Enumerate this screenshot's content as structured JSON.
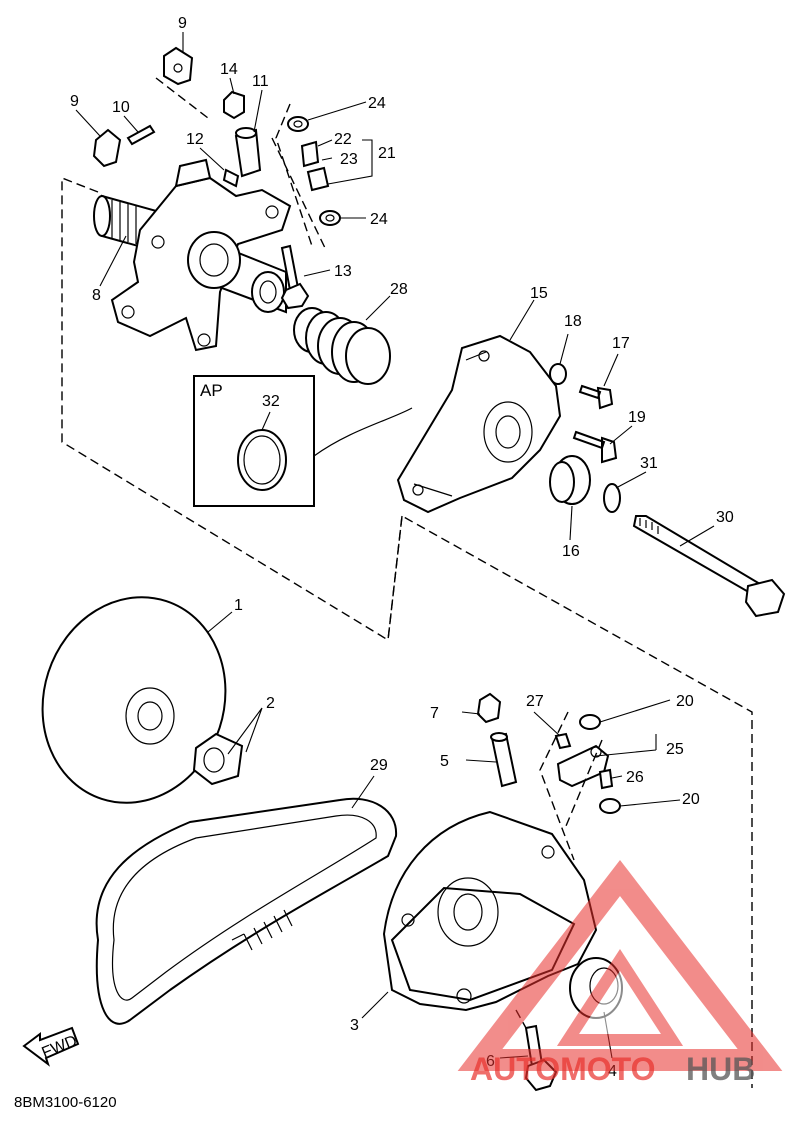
{
  "diagram_code": "8BM3100-6120",
  "inset_label": "AP",
  "direction_label": "FWD",
  "watermark": {
    "text_red": "AUTOMOTO",
    "text_gray": "HUB",
    "color_red": "#e8302c",
    "color_gray": "#555555"
  },
  "callouts": {
    "c1": "1",
    "c2": "2",
    "c3": "3",
    "c4": "4",
    "c5": "5",
    "c6": "6",
    "c7": "7",
    "c8": "8",
    "c9a": "9",
    "c9b": "9",
    "c10": "10",
    "c11": "11",
    "c12": "12",
    "c13": "13",
    "c14": "14",
    "c15": "15",
    "c16": "16",
    "c17": "17",
    "c18": "18",
    "c19": "19",
    "c20a": "20",
    "c20b": "20",
    "c21": "21",
    "c22": "22",
    "c23": "23",
    "c24a": "24",
    "c24b": "24",
    "c25": "25",
    "c26": "26",
    "c27": "27",
    "c28": "28",
    "c29": "29",
    "c30": "30",
    "c31": "31",
    "c32": "32"
  }
}
